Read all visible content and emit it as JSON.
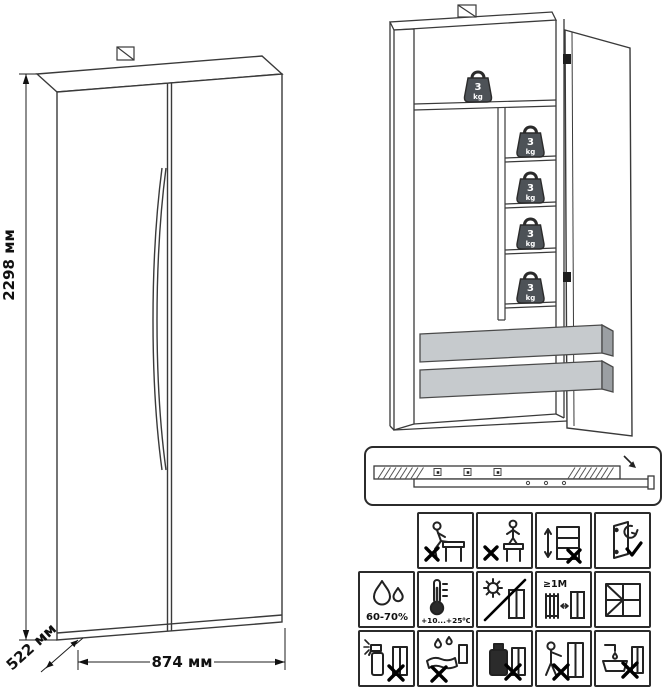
{
  "front_view": {
    "height_label": "2298 мм",
    "width_label": "874 мм",
    "depth_label": "522 мм"
  },
  "open_view": {
    "weights": [
      {
        "value": "3",
        "unit": "kg"
      },
      {
        "value": "3",
        "unit": "kg"
      },
      {
        "value": "3",
        "unit": "kg"
      },
      {
        "value": "3",
        "unit": "kg"
      },
      {
        "value": "3",
        "unit": "kg"
      }
    ],
    "drawer_count": 2
  },
  "care_icons": {
    "humidity_label": "60-70%",
    "temperature_label": "+10...+25⁰C",
    "distance_label": "≥1M",
    "row1": [
      "no-sitting",
      "no-standing-on-furniture",
      "no-climbing-drawers",
      "door-adjustment-check"
    ],
    "row2": [
      "humidity-range",
      "temperature-range",
      "no-direct-sunlight",
      "heater-distance",
      "ventilated-room"
    ],
    "row3": [
      "no-aggressive-cleaners",
      "no-wet-cloth",
      "no-solvents",
      "no-pushing-loaded",
      "no-water-contact"
    ]
  },
  "colors": {
    "line": "#3a3a3a",
    "drawer_front": "#c6cacd",
    "drawer_side": "#9b9fa3",
    "weight_fill": "#4d5257"
  }
}
